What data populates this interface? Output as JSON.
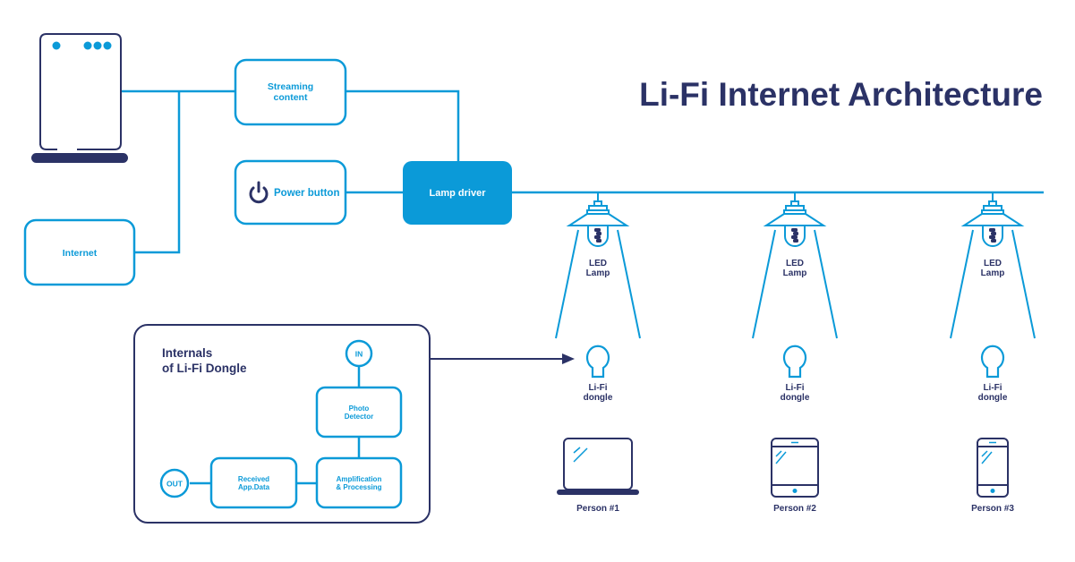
{
  "title": "Li-Fi Internet Architecture",
  "colors": {
    "accent": "#0b9ad8",
    "navy": "#2b3266",
    "background": "#ffffff"
  },
  "router": {
    "icon": "router-icon"
  },
  "nodes": {
    "streaming": {
      "line1": "Streaming",
      "line2": "content"
    },
    "power": {
      "label": "Power button",
      "icon": "power-icon"
    },
    "lamp_driver": {
      "label": "Lamp driver"
    },
    "internet": {
      "label": "Internet"
    }
  },
  "lamps": [
    {
      "line1": "LED",
      "line2": "Lamp",
      "dongle1": "Li-Fi",
      "dongle2": "dongle",
      "device": "laptop",
      "person": "Person #1"
    },
    {
      "line1": "LED",
      "line2": "Lamp",
      "dongle1": "Li-Fi",
      "dongle2": "dongle",
      "device": "tablet",
      "person": "Person #2"
    },
    {
      "line1": "LED",
      "line2": "Lamp",
      "dongle1": "Li-Fi",
      "dongle2": "dongle",
      "device": "phone",
      "person": "Person #3"
    }
  ],
  "dongle_internals": {
    "title1": "Internals",
    "title2": "of Li-Fi Dongle",
    "in": "IN",
    "out": "OUT",
    "photo1": "Photo",
    "photo2": "Detector",
    "amp1": "Amplification",
    "amp2": "& Processing",
    "recv1": "Received",
    "recv2": "App.Data"
  }
}
